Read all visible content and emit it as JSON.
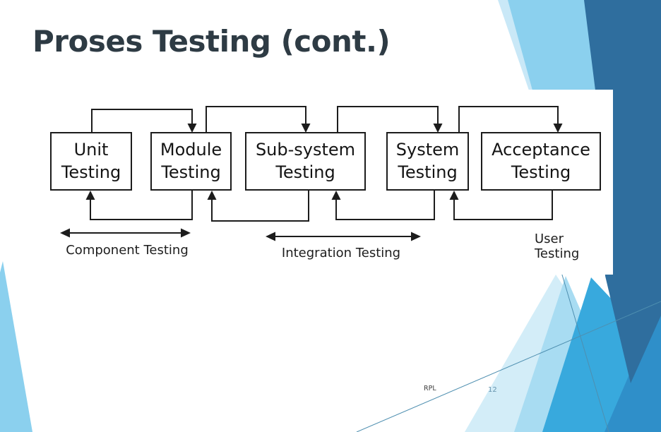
{
  "slide": {
    "title": "Proses Testing (cont.)",
    "footer": {
      "label": "RPL",
      "page_number": "12"
    }
  },
  "diagram": {
    "boxes": [
      {
        "line1": "Unit",
        "line2": "Testing"
      },
      {
        "line1": "Module",
        "line2": "Testing"
      },
      {
        "line1": "Sub-system",
        "line2": "Testing"
      },
      {
        "line1": "System",
        "line2": "Testing"
      },
      {
        "line1": "Acceptance",
        "line2": "Testing"
      }
    ],
    "phases": {
      "component": "Component Testing",
      "integration": "Integration Testing",
      "user_line1": "User",
      "user_line2": "Testing"
    }
  },
  "colors": {
    "title_text": "#2E3B44",
    "diagram_lines": "#1C1C1C",
    "pale_sky": "#C9E8F7",
    "light_sky": "#8BD0EE",
    "steel_blue": "#2F6E9E",
    "fan_pale": "#D3EDF8",
    "fan_light": "#A8DCF2",
    "fan_cyan": "#38A9DD",
    "fan_bright": "#2F8FC9",
    "hairline": "#4E8FB0",
    "footer_text": "#3D3D3D",
    "page_number": "#6593AD"
  }
}
